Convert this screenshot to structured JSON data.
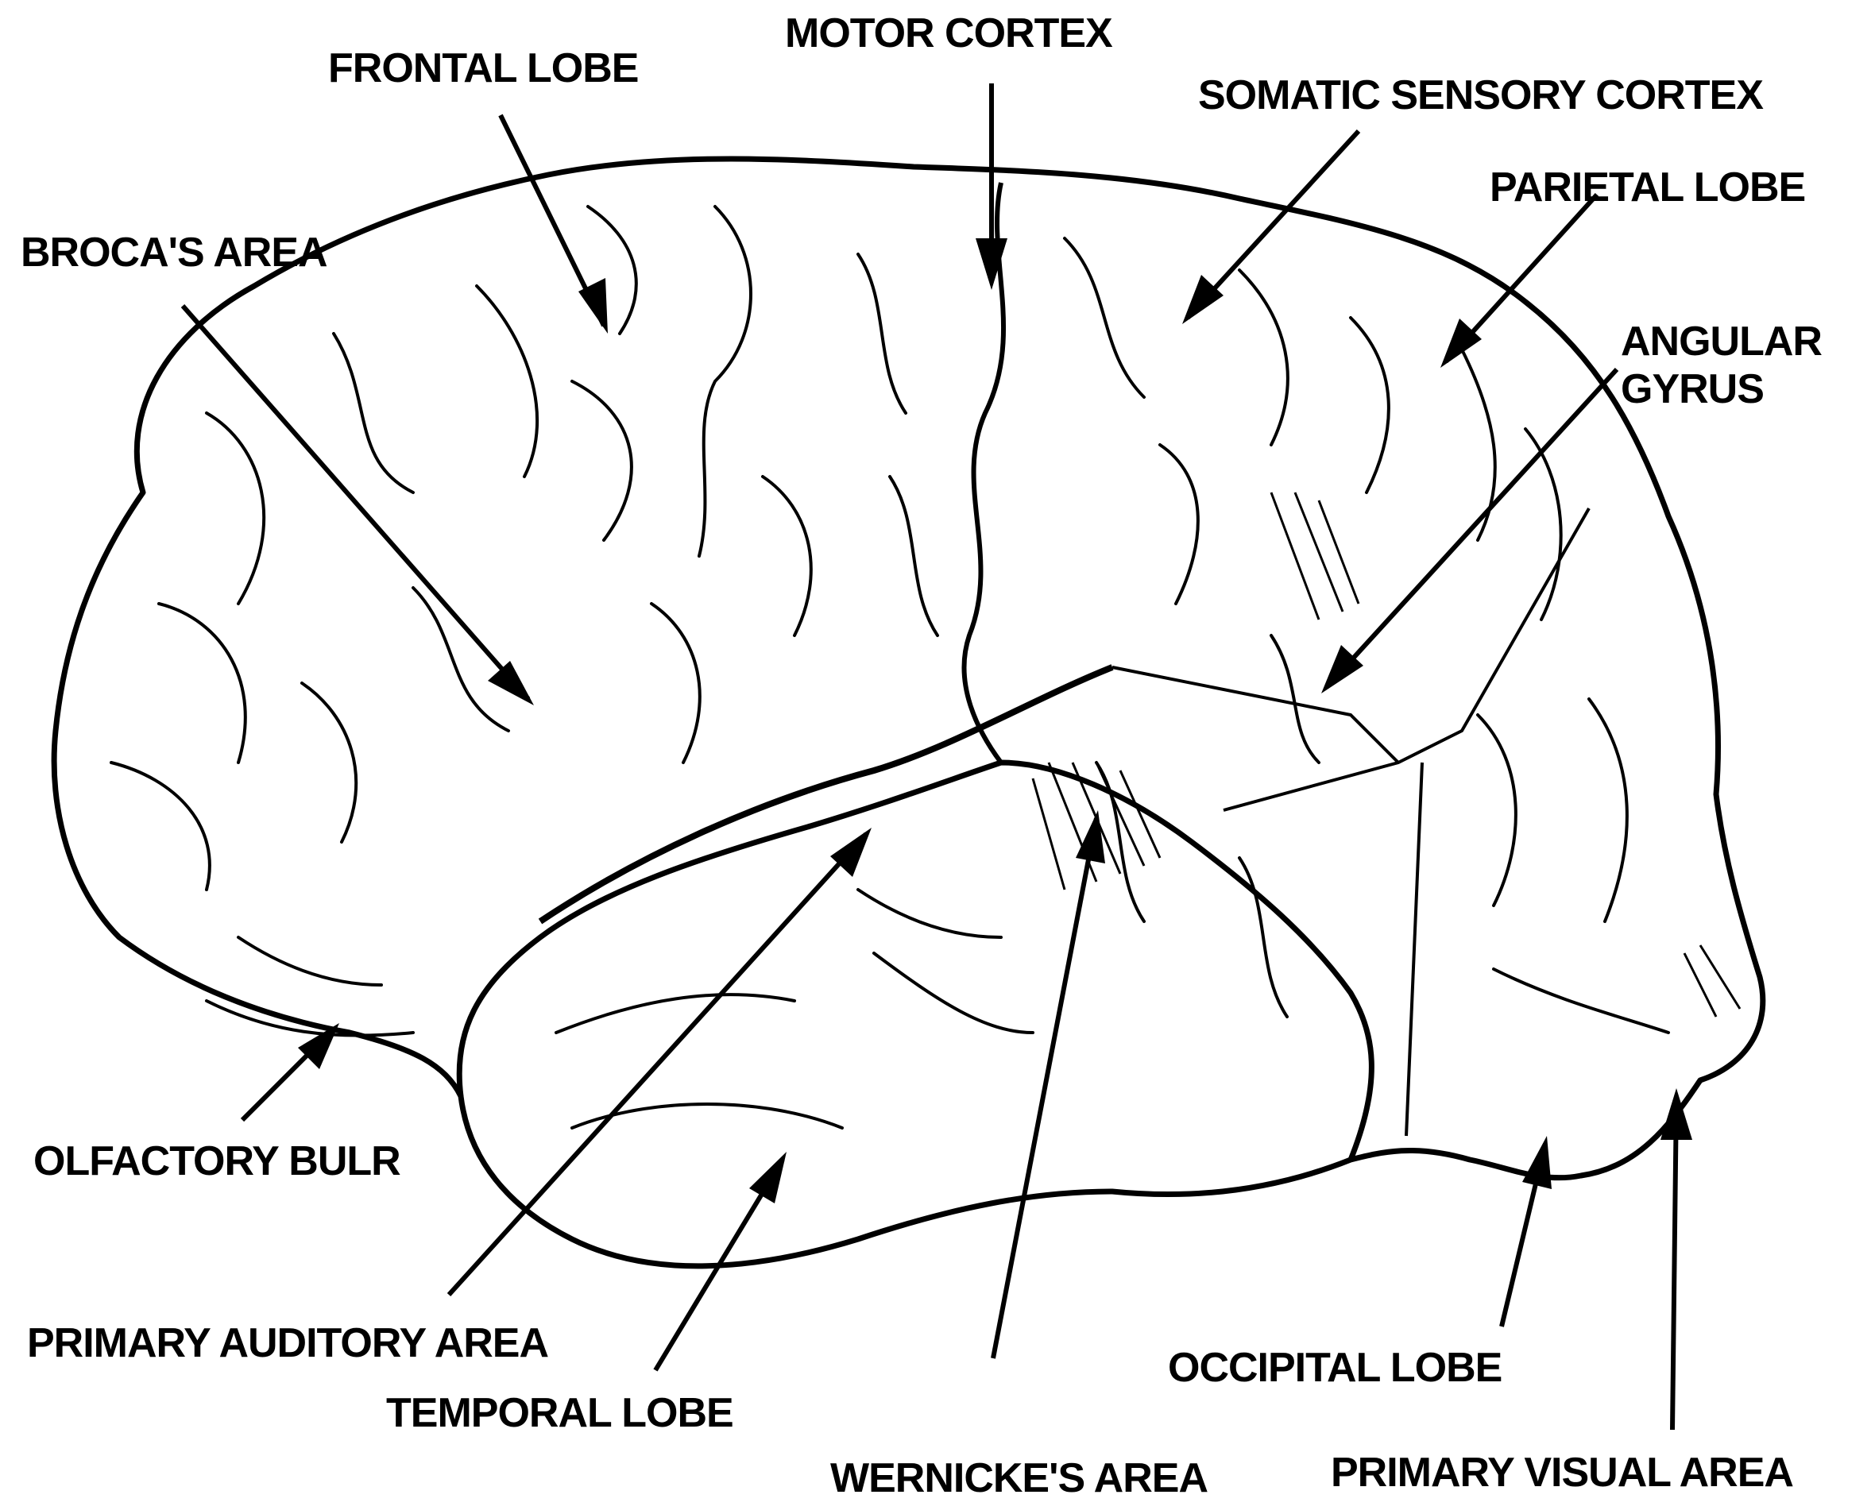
{
  "labels": {
    "motor_cortex": "MOTOR CORTEX",
    "frontal_lobe": "FRONTAL LOBE",
    "somatic_sensory_cortex": "SOMATIC SENSORY CORTEX",
    "parietal_lobe": "PARIETAL LOBE",
    "brocas_area": "BROCA'S AREA",
    "angular_gyrus_line1": "ANGULAR",
    "angular_gyrus_line2": "GYRUS",
    "olfactory_bulb": "OLFACTORY BULR",
    "primary_auditory_area": "PRIMARY AUDITORY AREA",
    "temporal_lobe": "TEMPORAL LOBE",
    "occipital_lobe": "OCCIPITAL LOBE",
    "wernickes_area": "WERNICKE'S AREA",
    "primary_visual_area": "PRIMARY VISUAL AREA"
  },
  "colors": {
    "ink": "#000000",
    "paper": "#ffffff"
  }
}
